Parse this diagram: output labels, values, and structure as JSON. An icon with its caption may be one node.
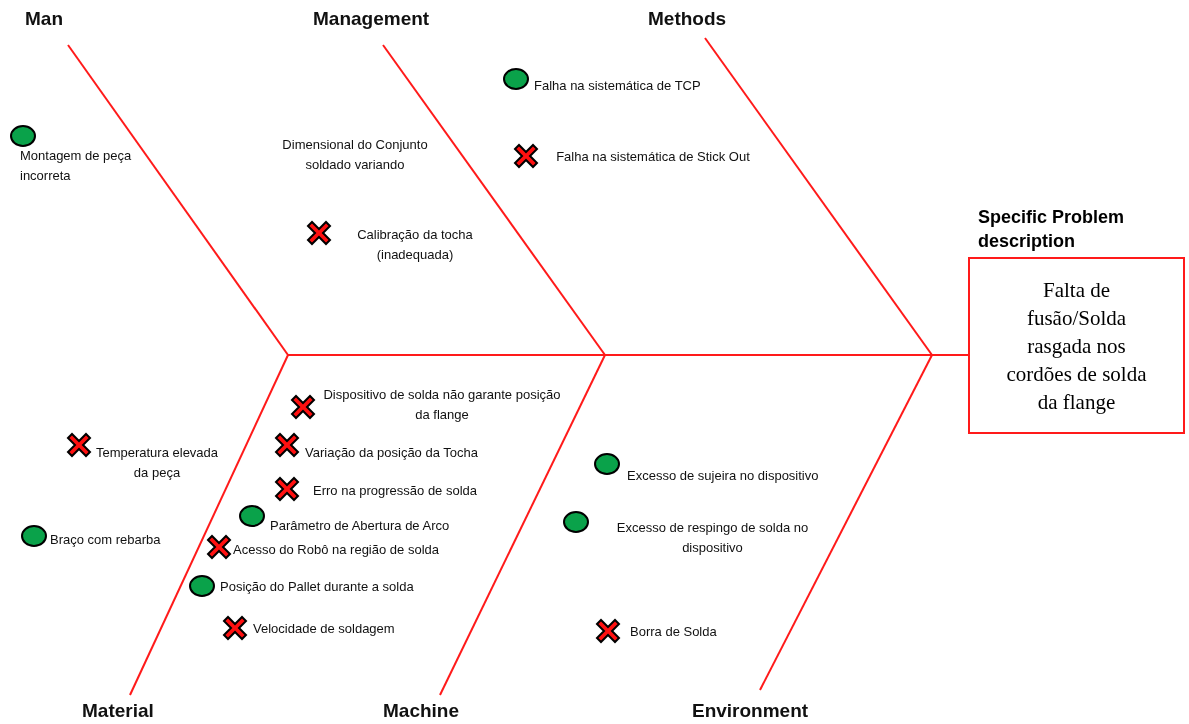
{
  "diagram": {
    "nodes": [
      {
        "text": [
          "Specific Problem description",
          "Falta de fusão/Solda rasgada nos cordões de solda da flange"
        ]
      }
    ],
    "labels": [
      "Man",
      "Management",
      "Methods",
      "Montagem de peça incorreta",
      "Dimensional do Conjunto soldado variando",
      "Calibração da tocha (inadequada)",
      "Falha na sistemática de TCP",
      "Falha na sistemática de Stick Out",
      "Temperatura elevada da peça",
      "Braço com rebarba",
      "Dispositivo de solda não garante posição da flange",
      "Variação da posição da Tocha",
      "Erro na progressão de solda",
      "Parâmetro de Abertura de Arco",
      "Acesso do Robô na região de solda",
      "Posição do Pallet durante a solda",
      "Velocidade de soldagem",
      "Excesso de sujeira no dispositivo",
      "Excesso de respingo de solda no dispositivo",
      "Borra de Solda",
      "Material",
      "Machine",
      "Environment"
    ]
  }
}
